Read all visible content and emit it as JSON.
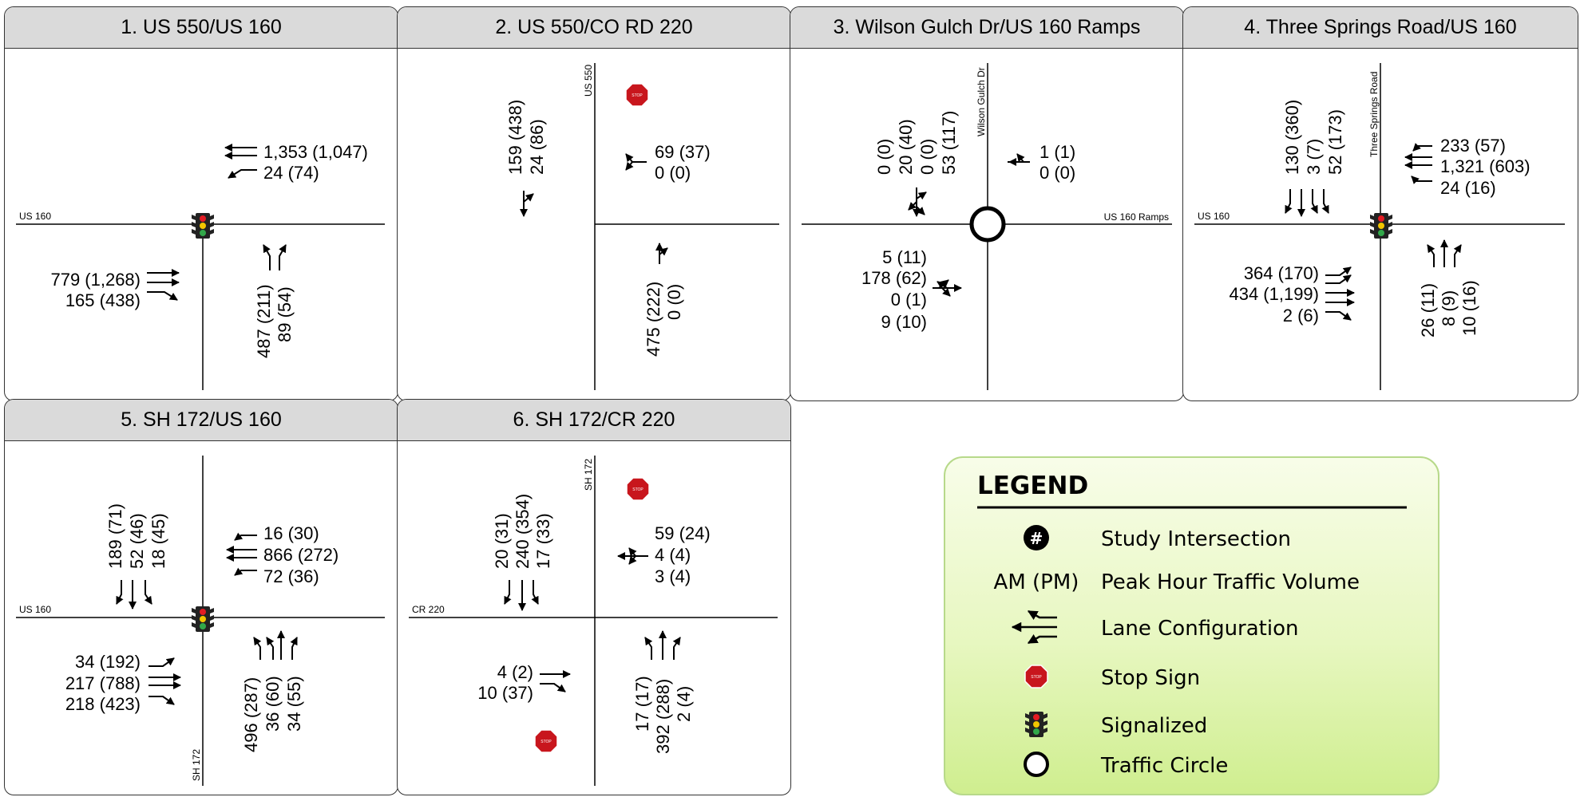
{
  "panels": [
    {
      "title": "1. US 550/US 160",
      "roads": [
        "US 160"
      ],
      "volumes": [
        "1,353 (1,047)",
        "24 (74)",
        "779 (1,268)",
        "165 (438)",
        "487 (211)",
        "89 (54)"
      ]
    },
    {
      "title": "2. US 550/CO RD 220",
      "roads": [
        "US 550"
      ],
      "volumes": [
        "159 (438)",
        "24 (86)",
        "69 (37)",
        "0 (0)",
        "475 (222)",
        "0 (0)"
      ]
    },
    {
      "title": "3. Wilson Gulch Dr/US 160 Ramps",
      "roads": [
        "Wilson Gulch Dr",
        "US 160 Ramps"
      ],
      "volumes": [
        "0 (0)",
        "20 (40)",
        "0 (0)",
        "53 (117)",
        "1 (1)",
        "0 (0)",
        "5 (11)",
        "178 (62)",
        "0 (1)",
        "9 (10)"
      ]
    },
    {
      "title": "4. Three Springs Road/US 160",
      "roads": [
        "Three Springs Road",
        "US 160"
      ],
      "volumes": [
        "130 (360)",
        "3 (7)",
        "52 (173)",
        "233 (57)",
        "1,321 (603)",
        "24 (16)",
        "364 (170)",
        "434 (1,199)",
        "2 (6)",
        "26 (11)",
        "8 (9)",
        "10 (16)"
      ]
    },
    {
      "title": "5. SH 172/US 160",
      "roads": [
        "US 160",
        "SH 172"
      ],
      "volumes": [
        "189 (71)",
        "52 (46)",
        "18 (45)",
        "16 (30)",
        "866 (272)",
        "72 (36)",
        "34 (192)",
        "217 (788)",
        "218 (423)",
        "496 (287)",
        "36 (60)",
        "34 (55)"
      ]
    },
    {
      "title": "6. SH 172/CR 220",
      "roads": [
        "SH 172",
        "CR 220"
      ],
      "volumes": [
        "20 (31)",
        "240 (354)",
        "17 (33)",
        "59 (24)",
        "4 (4)",
        "3 (4)",
        "4 (2)",
        "10 (37)",
        "17 (17)",
        "392 (288)",
        "2 (4)"
      ]
    }
  ],
  "stop_sign_text": "STOP",
  "legend": {
    "title": "LEGEND",
    "items": [
      {
        "symbol": "#",
        "label": "Study Intersection"
      },
      {
        "symbol": "AM (PM)",
        "label": "Peak Hour Traffic Volume"
      },
      {
        "symbol": "lane-arrows",
        "label": "Lane Configuration"
      },
      {
        "symbol": "stop-sign",
        "label": "Stop Sign"
      },
      {
        "symbol": "traffic-signal",
        "label": "Signalized"
      },
      {
        "symbol": "circle",
        "label": "Traffic Circle"
      }
    ]
  },
  "colors": {
    "header_bg": "#dadada",
    "stop_red": "#c8161d",
    "signal_red": "#e31b23",
    "signal_yellow": "#f2c500",
    "signal_green": "#32a84a"
  }
}
